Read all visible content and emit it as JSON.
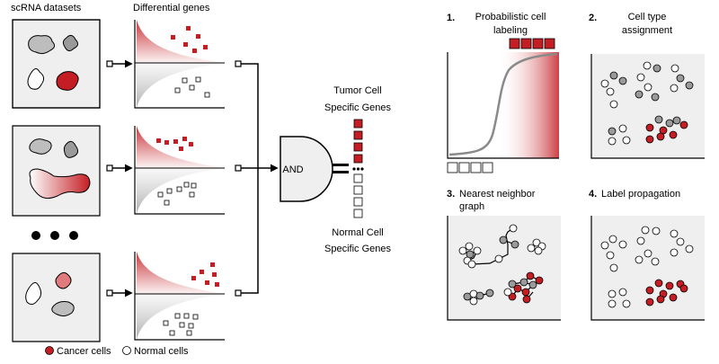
{
  "left": {
    "col1_title": "scRNA datasets",
    "col2_title": "Differential genes"
  },
  "gate": {
    "label": "AND",
    "tumor_line1": "Tumor Cell",
    "tumor_line2": "Specific Genes",
    "normal_line1": "Normal Cell",
    "normal_line2": "Specific Genes"
  },
  "legend": {
    "cancer": "Cancer cells",
    "normal": "Normal cells"
  },
  "steps": [
    {
      "num": "1.",
      "line1": "Probabilistic cell",
      "line2": "labeling"
    },
    {
      "num": "2.",
      "line1": "Cell type",
      "line2": "assignment"
    },
    {
      "num": "3.",
      "line1": "Nearest neighbor",
      "line2": "graph"
    },
    {
      "num": "4.",
      "line1": "Label propagation",
      "line2": ""
    }
  ],
  "colors": {
    "cancer": "#c41e24",
    "normal_fill": "#ffffff",
    "gray_cell": "#8a8a8a",
    "panel": "#efefef"
  }
}
